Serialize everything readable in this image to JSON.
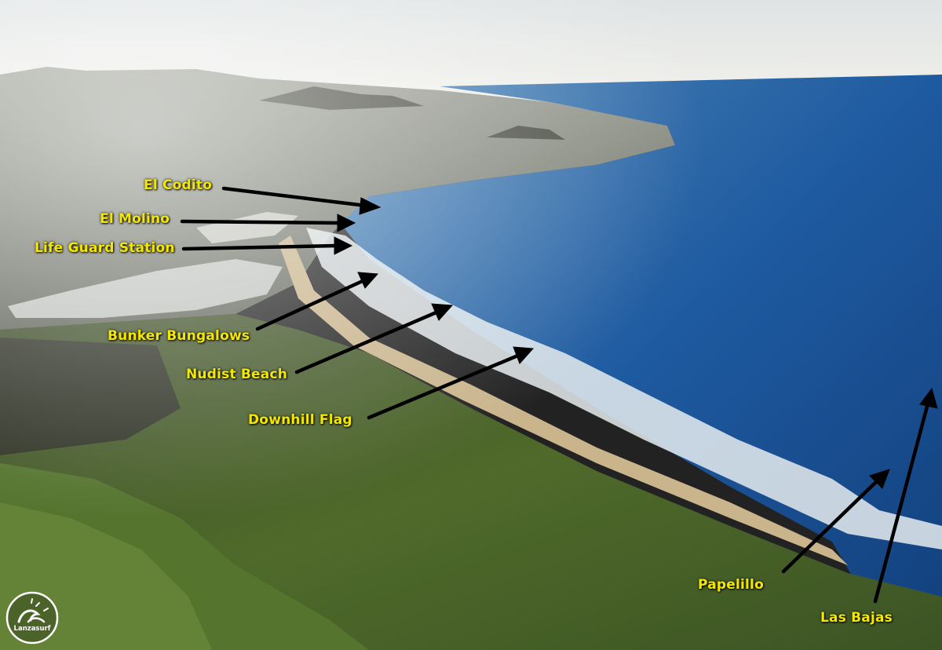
{
  "labels": {
    "el_codito": "El Codito",
    "el_molino": "El Molino",
    "life_guard_station": "Life Guard Station",
    "bunker_bungalows": "Bunker Bungalows",
    "nudist_beach": "Nudist Beach",
    "downhill_flag": "Downhill Flag",
    "papelillo": "Papelillo",
    "las_bajas": "Las Bajas"
  },
  "logo": {
    "text": "Lanzasurf"
  },
  "colors": {
    "label": "#f5e800",
    "ocean": "#1f5aa0",
    "land": "#4f6a2a",
    "arrow": "#000000"
  }
}
